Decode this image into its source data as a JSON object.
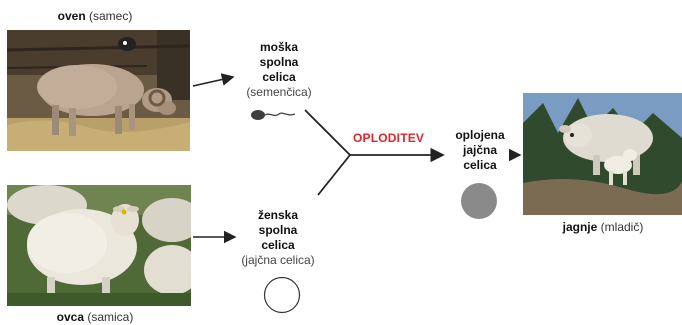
{
  "ram": {
    "name": "oven",
    "note": "(samec)"
  },
  "ewe": {
    "name": "ovca",
    "note": "(samica)"
  },
  "lamb": {
    "name": "jagnje",
    "note": "(mladič)"
  },
  "male_cell": {
    "line1": "moška",
    "line2": "spolna",
    "line3": "celica",
    "sub": "(semenčica)"
  },
  "female_cell": {
    "line1": "ženska",
    "line2": "spolna",
    "line3": "celica",
    "sub": "(jajčna celica)"
  },
  "fertilized_cell": {
    "line1": "oplojena",
    "line2": "jajčna",
    "line3": "celica"
  },
  "process_label": "OPLODITEV",
  "colors": {
    "process": "#e0262b",
    "zygote": "#8a8a8a",
    "sperm": "#444444",
    "arrow": "#222222"
  },
  "icons": {
    "sperm": "sperm-cell-icon",
    "egg": "egg-cell-icon",
    "zygote": "zygote-icon"
  }
}
